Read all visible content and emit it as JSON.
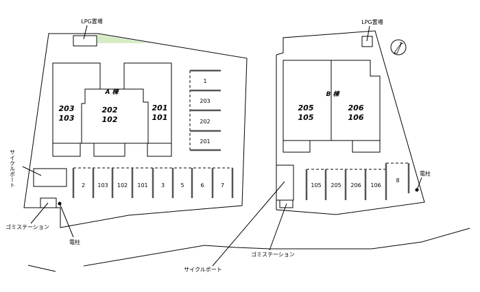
{
  "labels": {
    "lpg_left": "LPG置場",
    "lpg_right": "LPG置場",
    "cycle_port_left": "サイクルポート",
    "cycle_port_bottom": "サイクルポート",
    "garbage_left": "ゴミステーション",
    "garbage_bottom": "ゴミステーション",
    "pole_left": "電柱",
    "pole_right": "電柱"
  },
  "building_a": {
    "name": "A 棟",
    "units": [
      {
        "upper": "203",
        "lower": "103"
      },
      {
        "upper": "202",
        "lower": "102"
      },
      {
        "upper": "201",
        "lower": "101"
      }
    ]
  },
  "building_b": {
    "name": "B 棟",
    "units": [
      {
        "upper": "205",
        "lower": "105"
      },
      {
        "upper": "206",
        "lower": "106"
      }
    ]
  },
  "parking_a_side": [
    "1",
    "203",
    "202",
    "201"
  ],
  "parking_a_bottom": [
    "2",
    "103",
    "102",
    "101",
    "3",
    "5",
    "6",
    "7"
  ],
  "parking_b_bottom": [
    "105",
    "205",
    "206",
    "106",
    "8"
  ],
  "colors": {
    "green_area": "#d6ecc4",
    "line": "#000000",
    "bar": "#555555"
  }
}
